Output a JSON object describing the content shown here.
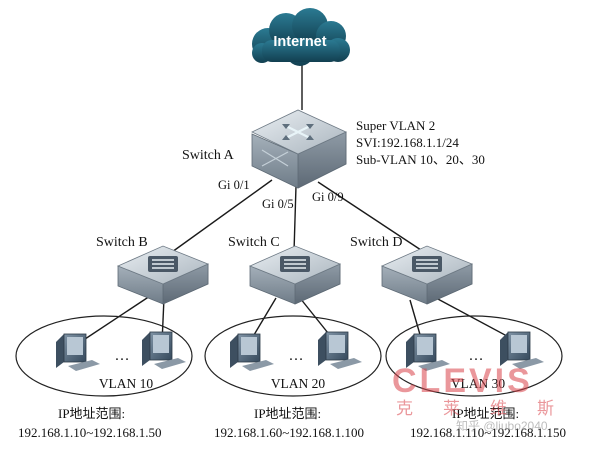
{
  "internet": {
    "label": "Internet"
  },
  "core_switch": {
    "label": "Switch A",
    "info": [
      "Super VLAN 2",
      "SVI:192.168.1.1/24",
      "Sub-VLAN 10、20、30"
    ],
    "ports": [
      "Gi 0/1",
      "Gi 0/5",
      "Gi 0/9"
    ]
  },
  "access_switches": [
    {
      "label": "Switch B",
      "vlan": "VLAN 10",
      "ip_title": "IP地址范围:",
      "ip_range": "192.168.1.10~192.168.1.50"
    },
    {
      "label": "Switch C",
      "vlan": "VLAN 20",
      "ip_title": "IP地址范围:",
      "ip_range": "192.168.1.60~192.168.1.100"
    },
    {
      "label": "Switch D",
      "vlan": "VLAN 30",
      "ip_title": "IP地址范围:",
      "ip_range": "192.168.1.110~192.168.1.150"
    }
  ],
  "ellipsis": "…",
  "watermark": {
    "logo": "CLEVIS",
    "cn": "克莱维斯",
    "zhihu": "知乎 @liubo2040"
  },
  "colors": {
    "cloud": "#1b6076",
    "switch_top": "#c9d1d8",
    "switch_side": "#8a96a1",
    "watermark": "#d9434a"
  }
}
